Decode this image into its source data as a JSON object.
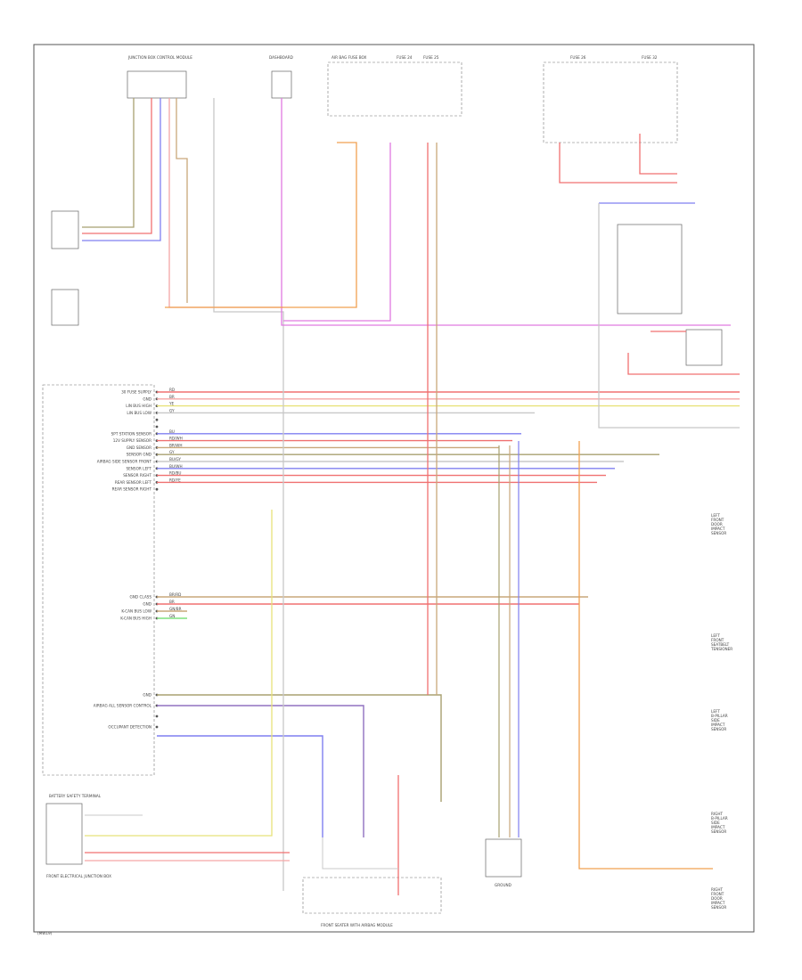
{
  "footer_left": "(MW19)",
  "pinout_header": "BATTERY SAFETY TERMINAL",
  "bottom_label": "FRONT SEATER WITH AIRBAG MODULE",
  "bottom_relay": "FRONT ELECTRICAL JUNCTION BOX",
  "ground_label": "GROUND",
  "wire_colors": {
    "red": "#f07070",
    "pink": "#f5a6a6",
    "yellow": "#e8e27a",
    "brown": "#c9a77a",
    "gray": "#c8c8c8",
    "blue": "#7f7ff0",
    "magenta": "#e07ae0",
    "orange": "#f0a050",
    "olive": "#a8a070",
    "green": "#7fe07f",
    "black": "#555555",
    "purple": "#9070c0"
  },
  "pins_upper": [
    "30 FUSE SUPPLY",
    "GND",
    "LIN BUS HIGH",
    "LIN BUS LOW",
    "",
    "",
    "SPT STATION SENSOR",
    "12V SUPPLY SENSOR",
    "GND SENSOR",
    "SENSOR GND",
    "AIRBAG SIDE SENSOR FRONT",
    "SENSOR LEFT",
    "SENSOR RIGHT",
    "REAR SENSOR LEFT",
    "REAR SENSOR RIGHT"
  ],
  "pins_lower": [
    "GND CLASS",
    "GND",
    "K-CAN BUS LOW",
    "K-CAN BUS HIGH"
  ],
  "pins_bottom": [
    "GND",
    "AIRBAG ALL SENSOR CONTROL",
    "",
    "OCCUPANT DETECTION"
  ],
  "wire_labels_upper": [
    "RD",
    "BR",
    "YE",
    "GY",
    "",
    "",
    "BU",
    "RD/WH",
    "BR/WH",
    "GY",
    "BU/GY",
    "BU/WH",
    "RD/BU",
    "RD/YE"
  ],
  "wire_labels_lower": [
    "BR/RD",
    "BR",
    "GN/BR",
    "GN"
  ],
  "sensor_labels": [
    "LEFT FRONT DOOR IMPACT SENSOR",
    "LEFT FRONT SEATBELT TENSIONER",
    "LEFT B-PILLAR SIDE IMPACT SENSOR",
    "RIGHT B-PILLAR SIDE IMPACT SENSOR",
    "RIGHT FRONT DOOR IMPACT SENSOR"
  ],
  "top_components": [
    "JUNCTION BOX CONTROL MODULE",
    "DASHBOARD",
    "AIR BAG FUSE BOX",
    "FUSE 24",
    "FUSE 25",
    "FUSE 26",
    "FUSE 32"
  ]
}
